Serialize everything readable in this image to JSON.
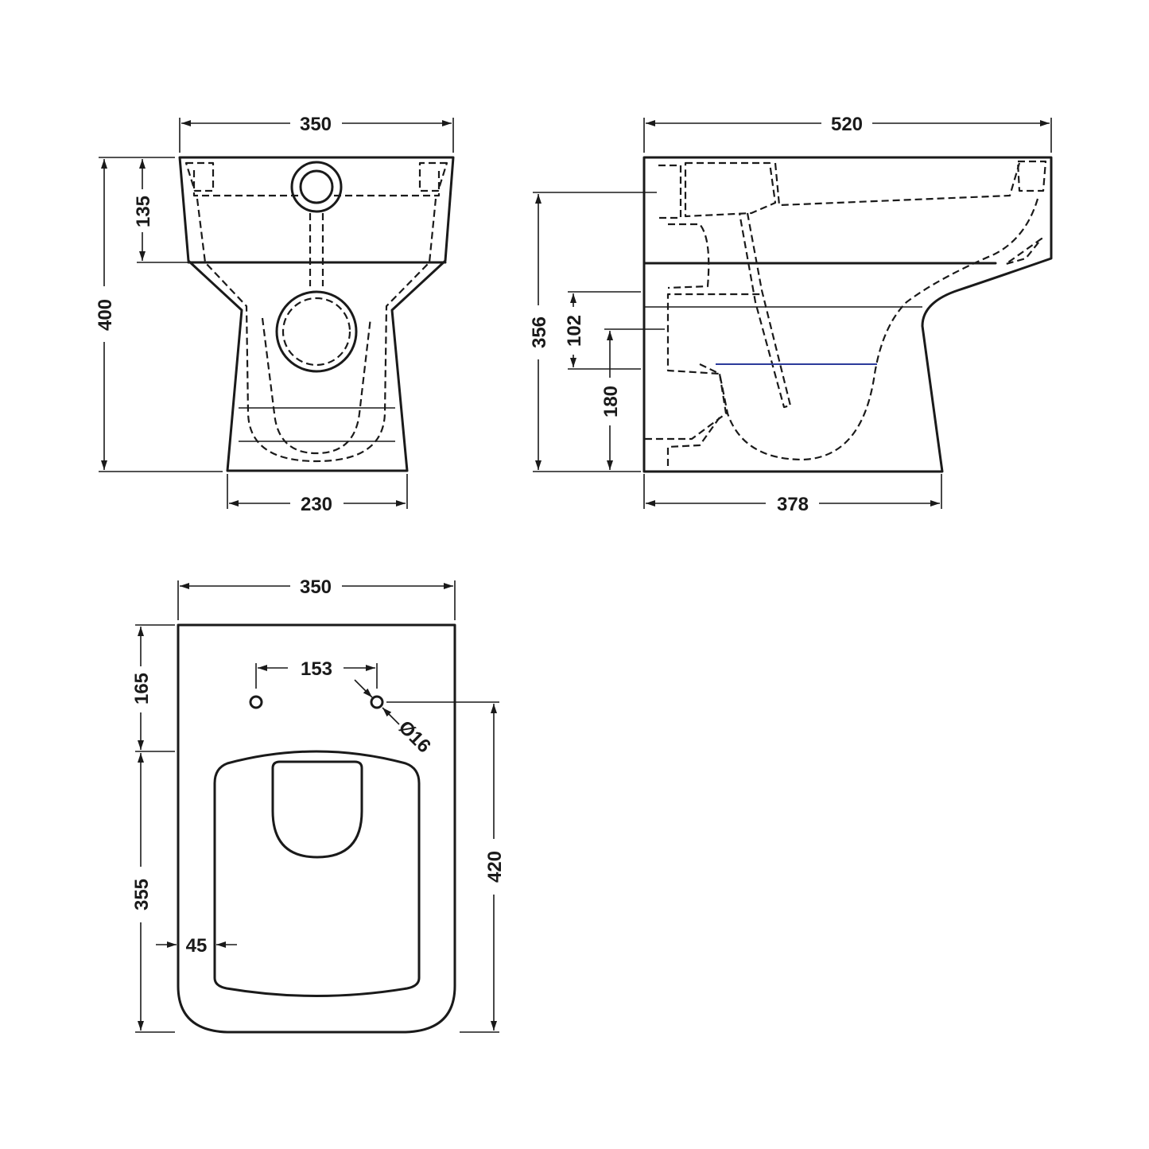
{
  "front_view": {
    "dim_width_top": "350",
    "dim_width_base": "230",
    "dim_height_total": "400",
    "dim_inlet_height": "135"
  },
  "side_view": {
    "dim_depth_total": "520",
    "dim_depth_base": "378",
    "dim_height_inlet": "356",
    "dim_outlet_span": "102",
    "dim_outlet_height": "180"
  },
  "plan_view": {
    "dim_width": "350",
    "dim_fixing_spacing": "153",
    "dim_fixing_diameter": "Ø16",
    "dim_fixing_to_back": "165",
    "dim_fixing_to_front": "420",
    "dim_seat_length": "355",
    "dim_side_offset": "45"
  },
  "colors": {
    "line": "#1a1a1a",
    "water_line": "#2b3a9a",
    "background": "#ffffff"
  }
}
